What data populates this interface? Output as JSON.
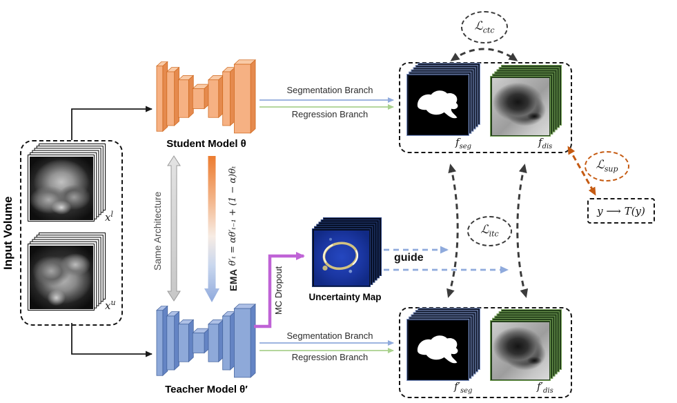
{
  "input": {
    "title": "Input Volume",
    "labeled": {
      "main": "x",
      "sup": "l"
    },
    "unlabeled": {
      "main": "x",
      "sup": "u"
    }
  },
  "models": {
    "student": {
      "label": "Student Model θ"
    },
    "teacher": {
      "label": "Teacher Model θ′"
    }
  },
  "links": {
    "same_architecture": "Same Architecture",
    "ema_prefix": "EMA",
    "ema_formula": " θ′ₜ = αθ′ₜ₋₁ + (1 − α)θₜ",
    "mc_dropout": "MC Dropout",
    "segmentation_branch": "Segmentation Branch",
    "regression_branch": "Regression Branch",
    "guide": "guide"
  },
  "uncertainty_map": {
    "label": "Uncertainty Map"
  },
  "losses": {
    "ctc": {
      "symbol": "ℒ",
      "sub": "ctc"
    },
    "itc": {
      "symbol": "ℒ",
      "sub": "itc"
    },
    "sup": {
      "symbol": "ℒ",
      "sub": "sup"
    }
  },
  "outputs": {
    "student_seg": {
      "main": "f",
      "sub": "seg"
    },
    "student_dis": {
      "main": "f",
      "sub": "dis"
    },
    "teacher_seg": {
      "main": "f′",
      "sub": "seg"
    },
    "teacher_dis": {
      "main": "f′",
      "sub": "dis"
    }
  },
  "transform": {
    "lhs": "y",
    "arrow": "⟶",
    "rhs": "T(y)"
  },
  "colors": {
    "student_accent": "#ed7d31",
    "teacher_accent": "#4472c4",
    "segmentation_branch": "#8faadc",
    "regression_branch": "#a9d18e",
    "mc_dropout_purple": "#bf63d6",
    "supervision_orange": "#c55a11",
    "guide_blue": "#8faadc"
  }
}
